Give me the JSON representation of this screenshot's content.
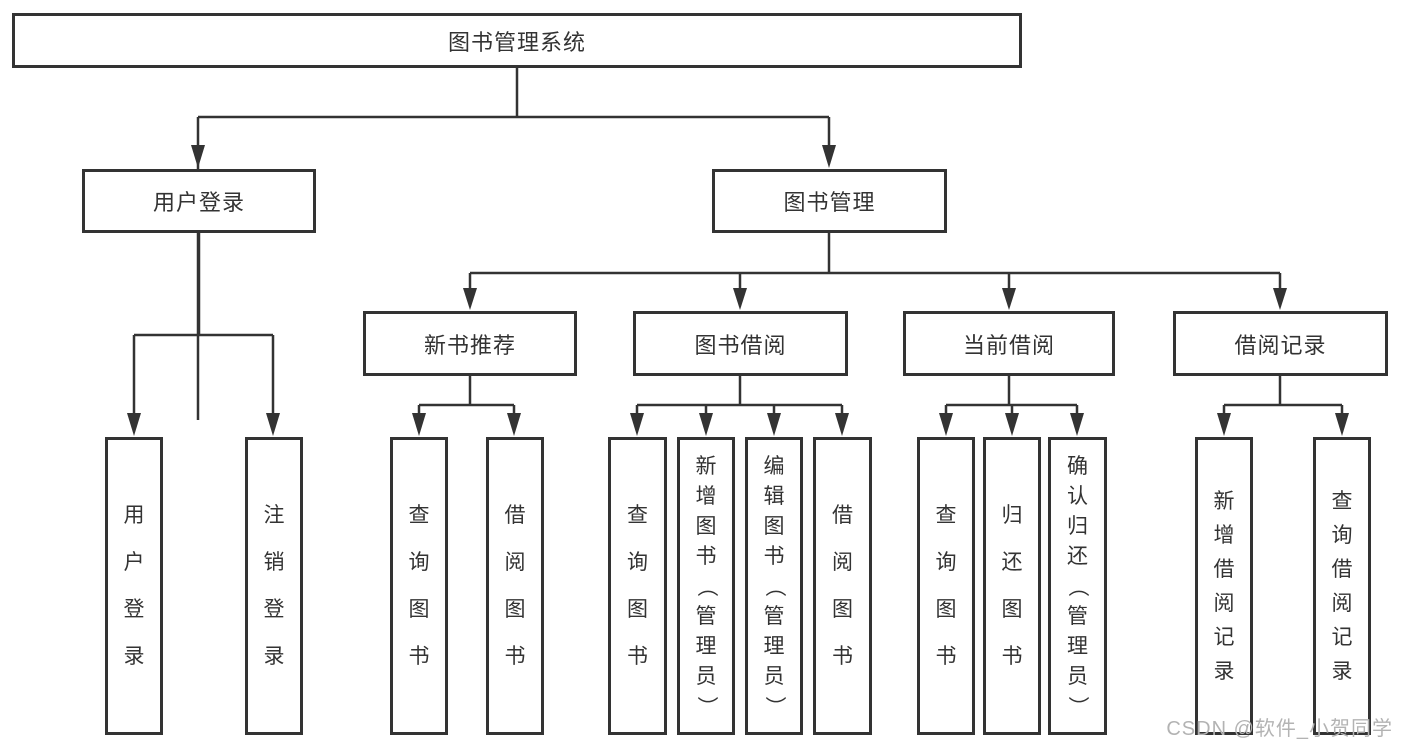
{
  "diagram": {
    "root": "图书管理系统",
    "level2": [
      "用户登录",
      "图书管理"
    ],
    "level3": [
      "新书推荐",
      "图书借阅",
      "当前借阅",
      "借阅记录"
    ],
    "leaves": {
      "user_login": [
        "用户登录",
        "注销登录"
      ],
      "new_book_recommend": [
        "查询图书",
        "借阅图书"
      ],
      "book_borrow": [
        "查询图书",
        "新增图书（管理员）",
        "编辑图书（管理员）",
        "借阅图书"
      ],
      "current_borrow": [
        "查询图书",
        "归还图书",
        "确认归还（管理员）"
      ],
      "borrow_record": [
        "新增借阅记录",
        "查询借阅记录"
      ]
    }
  },
  "watermark": "CSDN @软件_小贺同学",
  "colors": {
    "line": "#333333",
    "text": "#333333",
    "box_background": "#ffffff",
    "watermark": "#b3b3b3"
  }
}
